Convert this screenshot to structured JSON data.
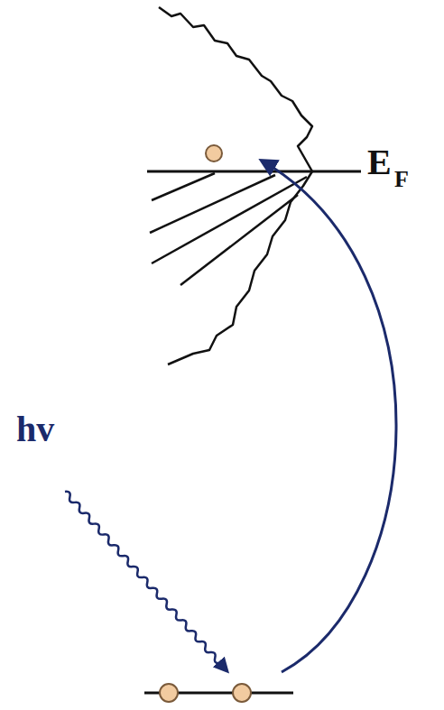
{
  "diagram": {
    "labels": [
      "E",
      "F",
      "hv"
    ]
  }
}
